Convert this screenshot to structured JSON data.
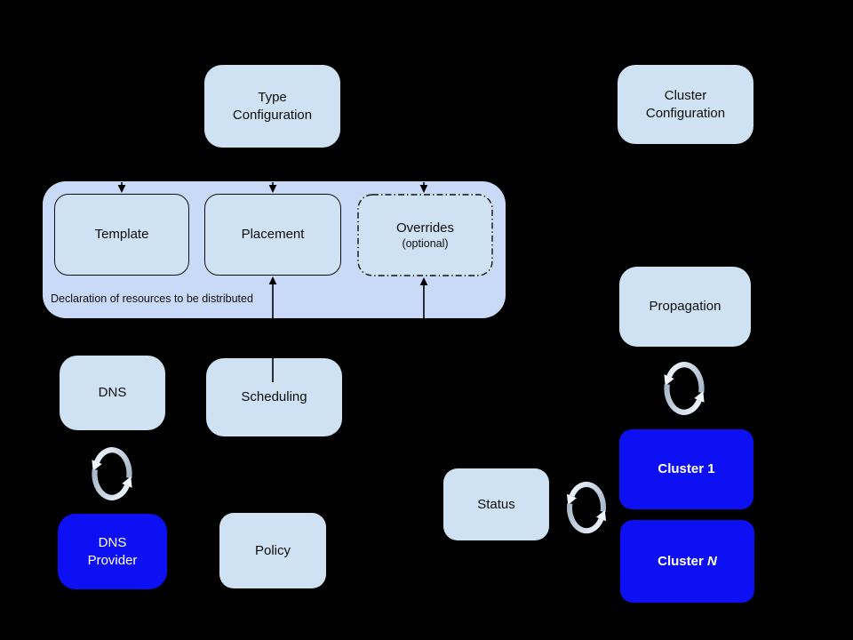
{
  "colors": {
    "background": "#000000",
    "light_box": "#cfe2f3",
    "group_box": "#c9daf8",
    "blue_box": "#0c10f2",
    "text_dark": "#0d0d0d",
    "text_light": "#ffffff",
    "sync_arrow_dark": "#a7b8c9",
    "sync_arrow_light": "#e7effa"
  },
  "boxes": {
    "type_configuration": {
      "label": "Type Configuration"
    },
    "cluster_configuration": {
      "label": "Cluster Configuration"
    },
    "template": {
      "label": "Template"
    },
    "placement": {
      "label": "Placement"
    },
    "overrides": {
      "label": "Overrides",
      "sublabel": "(optional)"
    },
    "dns": {
      "label": "DNS"
    },
    "scheduling": {
      "label": "Scheduling"
    },
    "dns_provider": {
      "label": "DNS Provider"
    },
    "policy": {
      "label": "Policy"
    },
    "propagation": {
      "label": "Propagation"
    },
    "status": {
      "label": "Status"
    },
    "cluster_1": {
      "label": "Cluster 1"
    },
    "cluster_n": {
      "label_prefix": "Cluster ",
      "label_n": "N"
    }
  },
  "group": {
    "caption": "Declaration of resources to be distributed"
  }
}
